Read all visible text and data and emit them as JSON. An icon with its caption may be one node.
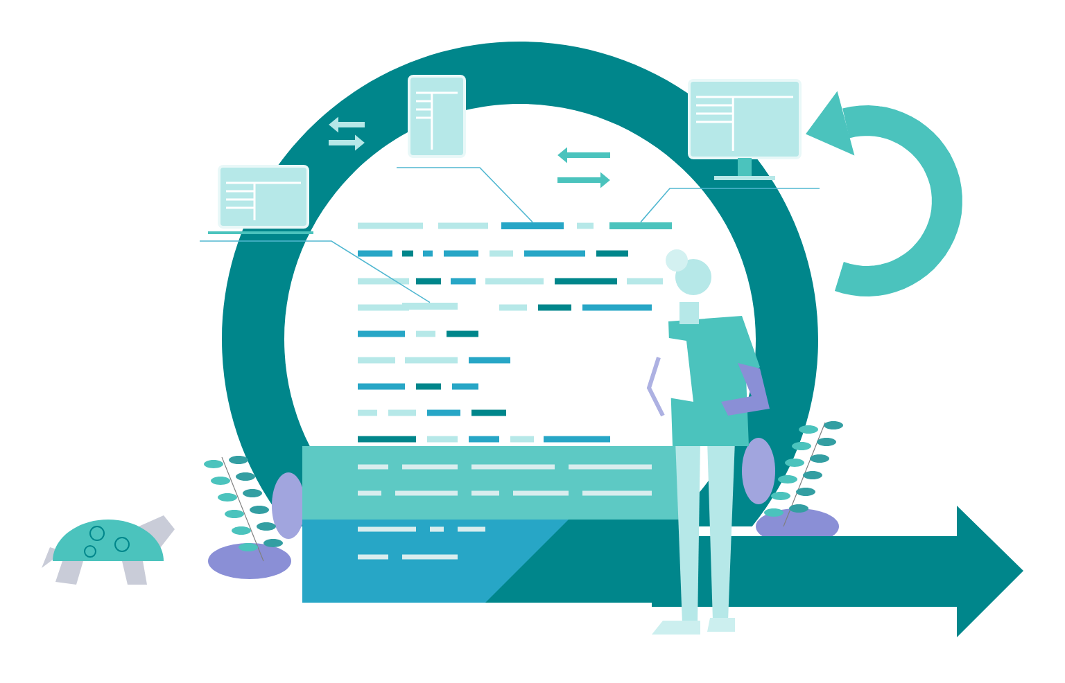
{
  "diagram": {
    "nodes": [
      {
        "text": [],
        "shape": "picture"
      },
      {
        "text": [],
        "shape": "picture"
      },
      {
        "text": [],
        "shape": "picture"
      },
      {
        "text": [],
        "shape": "bar"
      },
      {
        "text": [],
        "shape": "bar"
      },
      {
        "text": [],
        "shape": "bar"
      }
    ],
    "edges": [
      {
        "from": 0,
        "to": 3,
        "arrow": "none"
      },
      {
        "from": 1,
        "to": 4,
        "arrow": "none"
      },
      {
        "from": 2,
        "to": 5,
        "arrow": "none"
      }
    ]
  }
}
